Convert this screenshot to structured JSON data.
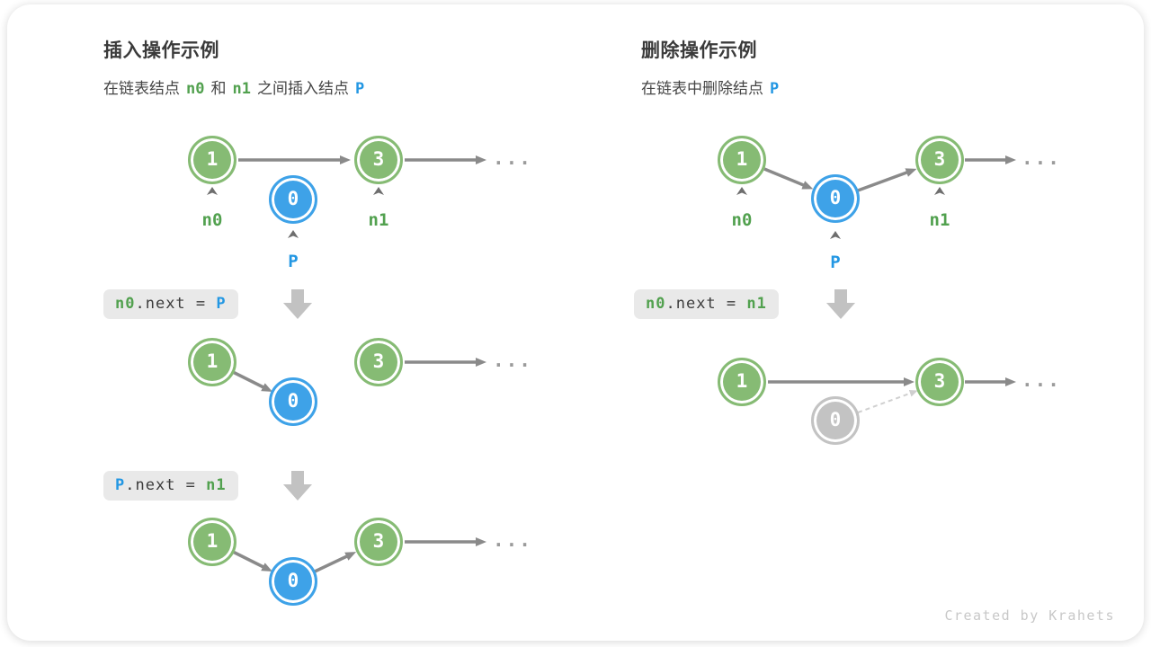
{
  "insert": {
    "title": "插入操作示例",
    "subtitle": {
      "t1": "在链表结点",
      "n0": "n0",
      "t2": "和",
      "n1": "n1",
      "t3": "之间插入结点",
      "p": "P"
    },
    "code_step1": {
      "lhs": "n0",
      "mid": ".next = ",
      "rhs": "P"
    },
    "code_step2": {
      "lhs": "P",
      "mid": ".next = ",
      "rhs": "n1"
    }
  },
  "delete": {
    "title": "删除操作示例",
    "subtitle": {
      "t1": "在链表中删除结点",
      "p": "P"
    },
    "code_step1": {
      "lhs": "n0",
      "mid": ".next = ",
      "rhs": "n1"
    }
  },
  "nodes": {
    "one": "1",
    "zero": "0",
    "three": "3"
  },
  "labels": {
    "n0": "n0",
    "n1": "n1",
    "p": "P"
  },
  "symbols": {
    "ellipsis": "..."
  },
  "footer": {
    "credit": "Created by Krahets"
  },
  "colors": {
    "node_green": "#86BB74",
    "node_blue": "#3EA2E8",
    "node_gray": "#C3C3C3",
    "arrow_gray": "#8A8A8A",
    "text_green": "#52A14F",
    "text_blue": "#2397E3",
    "code_bg": "#E9E9E9"
  }
}
